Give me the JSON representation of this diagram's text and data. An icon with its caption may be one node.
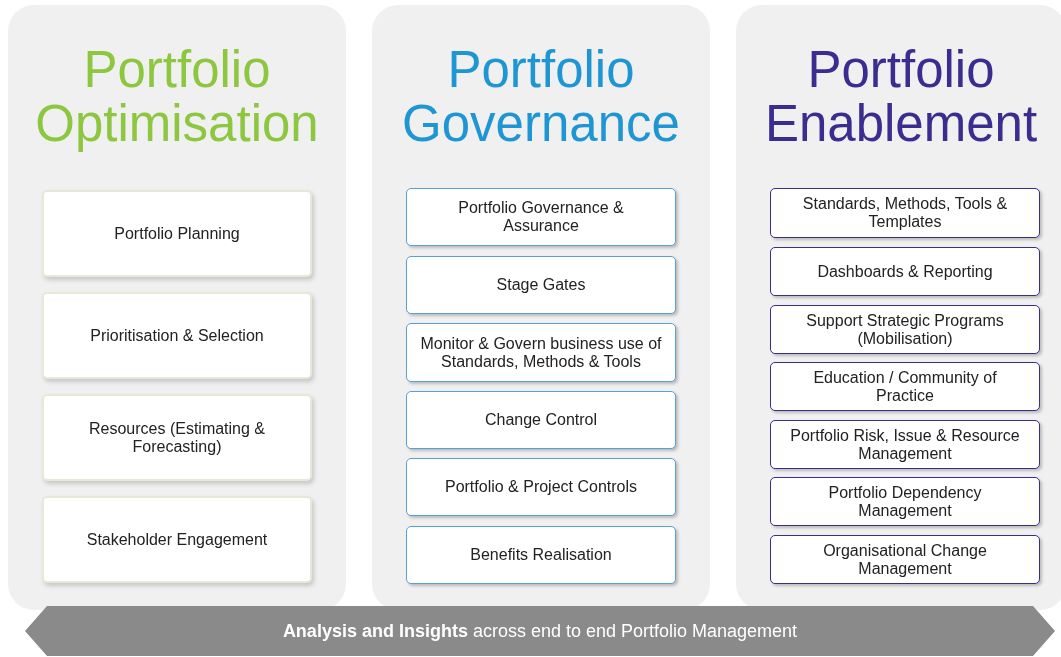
{
  "diagram": {
    "nodes": [
      {
        "text": [
          "Portfolio Optimisation"
        ]
      },
      {
        "text": [
          "Portfolio Planning"
        ],
        "in": 0
      },
      {
        "text": [
          "Prioritisation & Selection"
        ],
        "in": 0
      },
      {
        "text": [
          "Resources (Estimating & Forecasting)"
        ],
        "in": 0
      },
      {
        "text": [
          "Stakeholder Engagement"
        ],
        "in": 0
      },
      {
        "text": [
          "Portfolio Governance"
        ]
      },
      {
        "text": [
          "Portfolio Governance & Assurance"
        ],
        "in": 5
      },
      {
        "text": [
          "Stage Gates"
        ],
        "in": 5
      },
      {
        "text": [
          "Monitor & Govern business use of Standards, Methods & Tools"
        ],
        "in": 5
      },
      {
        "text": [
          "Change Control"
        ],
        "in": 5
      },
      {
        "text": [
          "Portfolio & Project Controls"
        ],
        "in": 5
      },
      {
        "text": [
          "Benefits Realisation"
        ],
        "in": 5
      },
      {
        "text": [
          "Portfolio Enablement"
        ]
      },
      {
        "text": [
          "Standards, Methods, Tools & Templates"
        ],
        "in": 12
      },
      {
        "text": [
          "Dashboards & Reporting"
        ],
        "in": 12
      },
      {
        "text": [
          "Support Strategic Programs (Mobilisation)"
        ],
        "in": 12
      },
      {
        "text": [
          "Education / Community of Practice"
        ],
        "in": 12
      },
      {
        "text": [
          "Portfolio Risk, Issue & Resource Management"
        ],
        "in": 12
      },
      {
        "text": [
          "Portfolio Dependency Management"
        ],
        "in": 12
      },
      {
        "text": [
          "Organisational Change Management"
        ],
        "in": 12
      },
      {
        "text": [
          "**Analysis and Insights** across end to end Portfolio Management"
        ]
      }
    ],
    "edges": []
  }
}
